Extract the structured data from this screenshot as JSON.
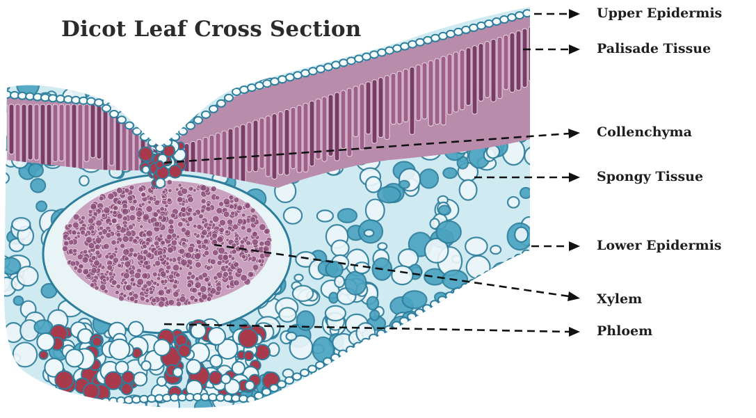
{
  "title": "Dicot Leaf Cross Section",
  "labels": {
    "upper_epidermis": "Upper Epidermis",
    "palisade_tissue": "Palisade Tissue",
    "collenchyma": "Collenchyma",
    "spongy_tissue": "Spongy Tissue",
    "lower_epidermis": "Lower Epidermis",
    "xylem": "Xylem",
    "phloem": "Phloem"
  },
  "colors": {
    "palisade": "#9a5a84",
    "palisade_dark": "#6e2f5a",
    "spongy": "#4aa3c0",
    "spongy_light": "#9fd6e4",
    "vascular": "#8a4c78",
    "phloem_red": "#a83a4c",
    "cell_wall": "#2d7e9c",
    "cell_fill": "#eef7fa",
    "leader": "#111111"
  }
}
